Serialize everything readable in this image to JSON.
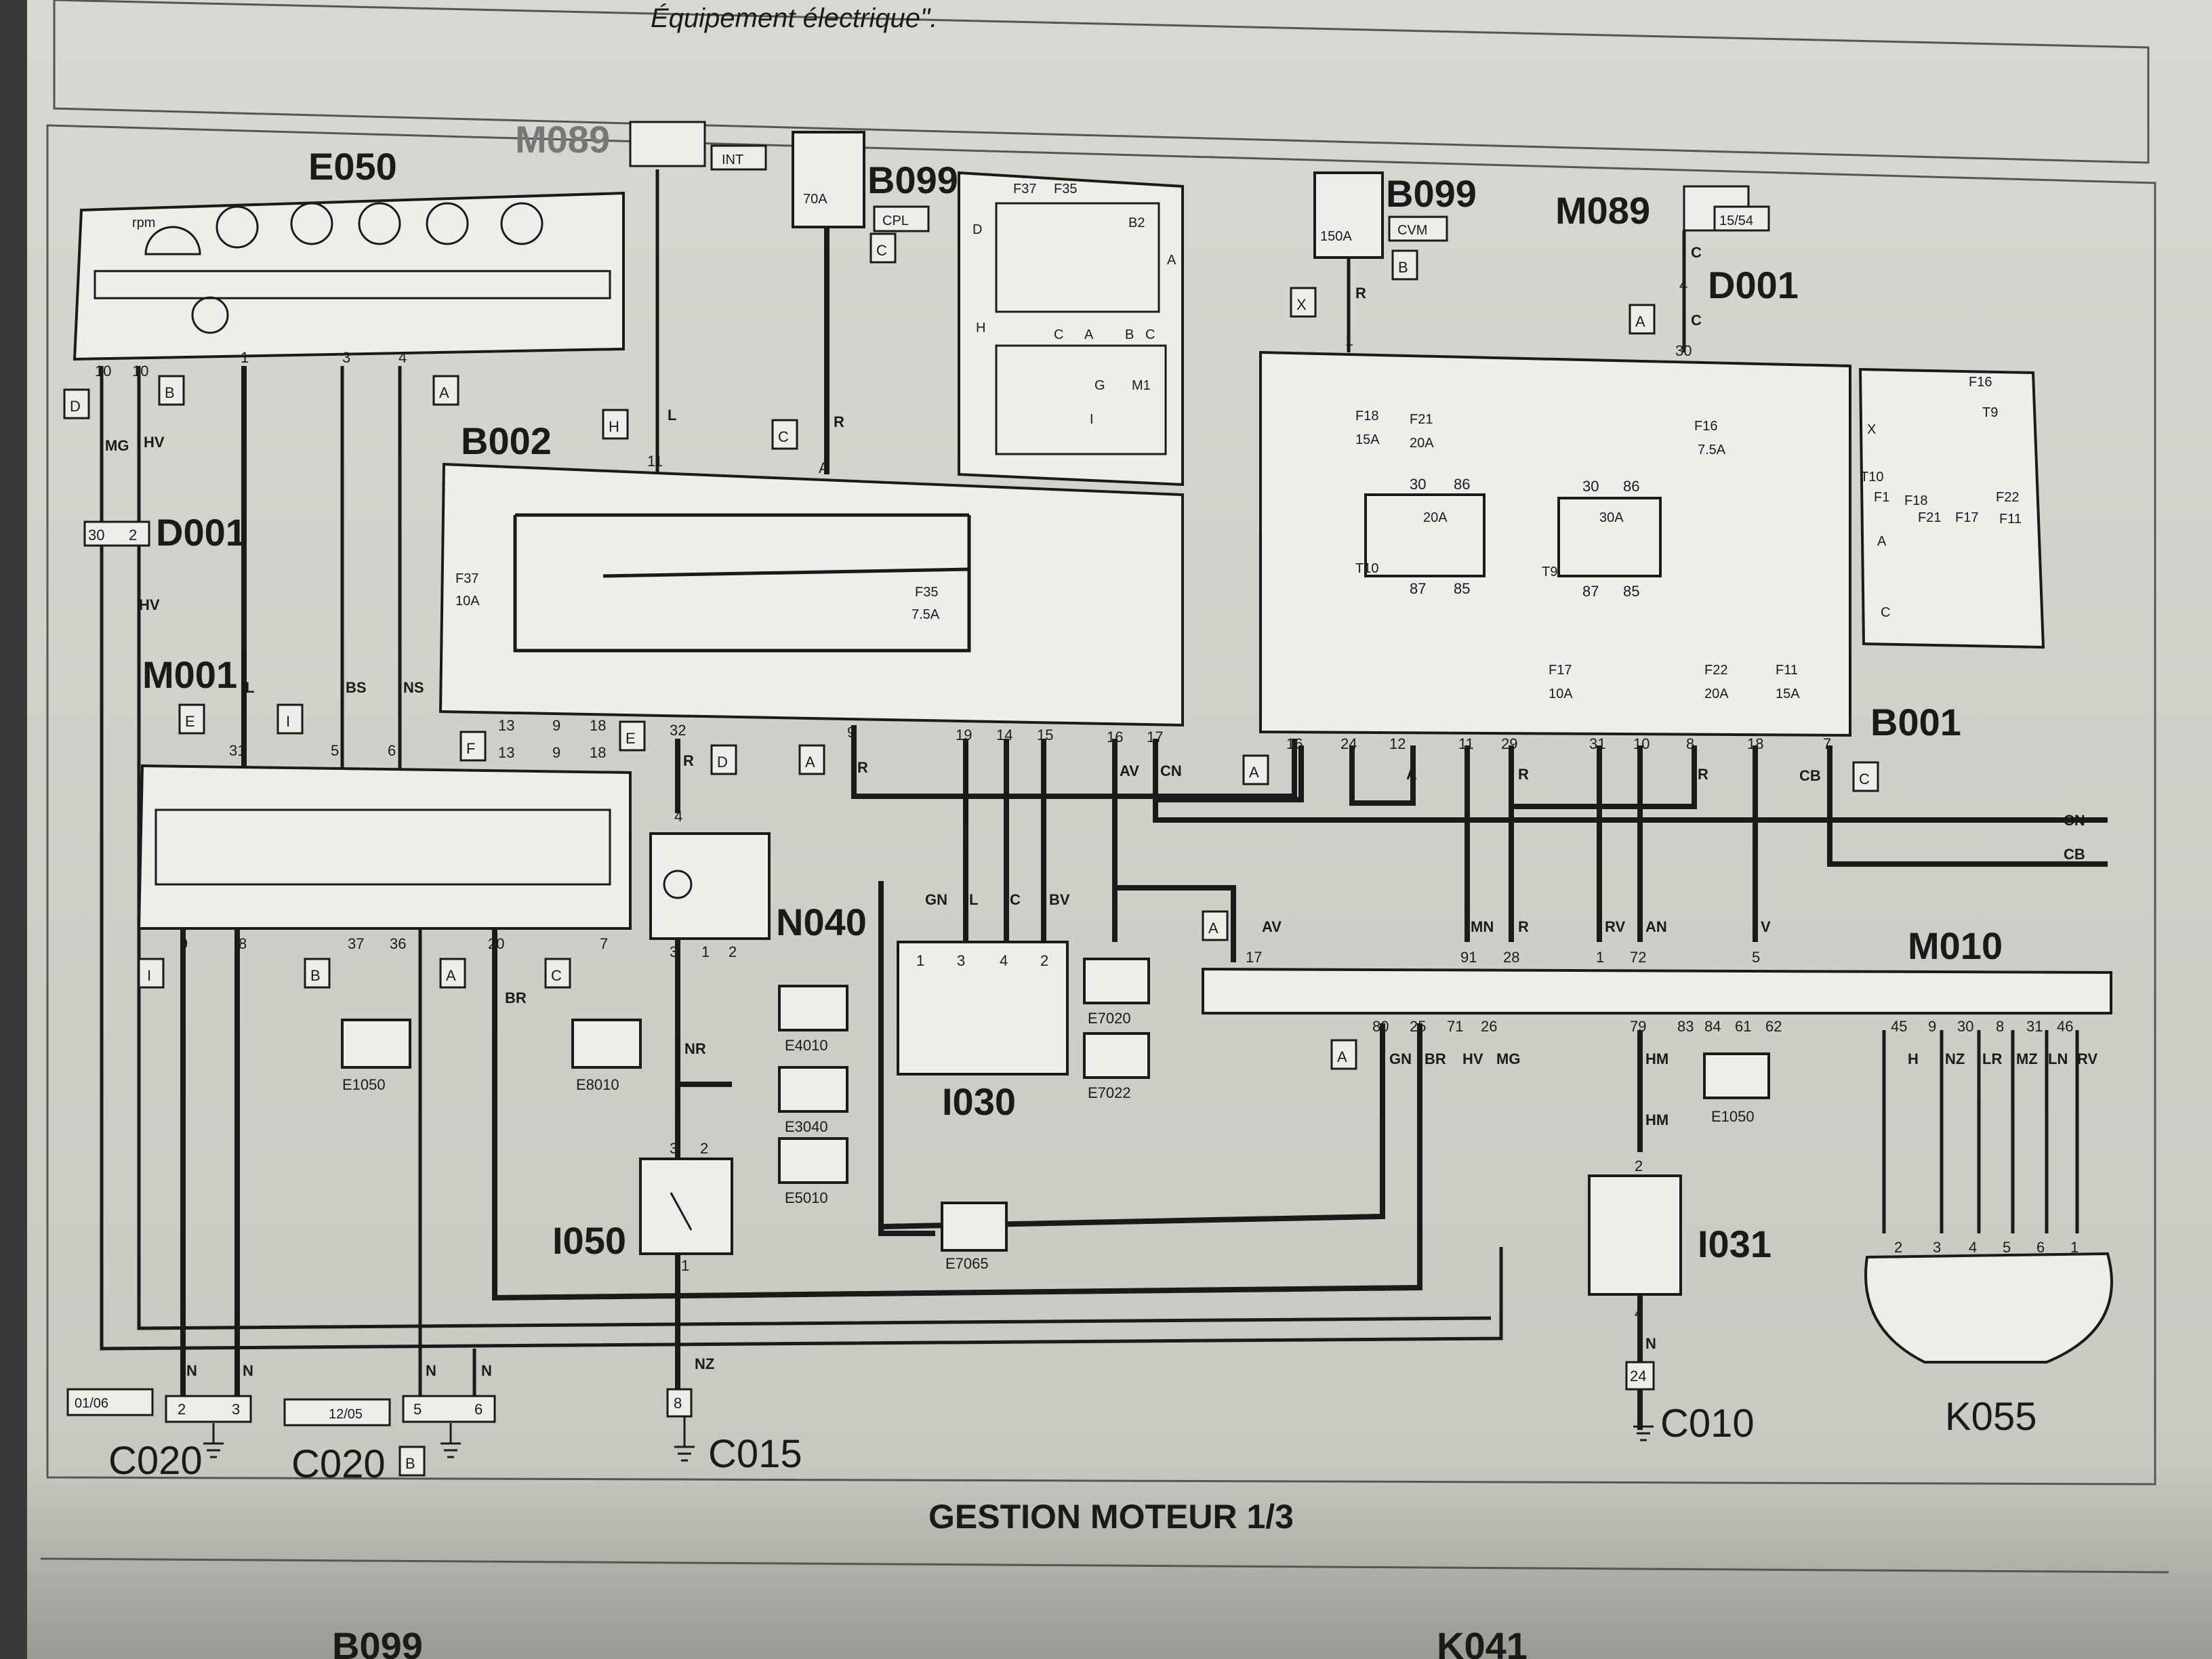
{
  "header_text": "Équipement électrique\".",
  "footer_title": "GESTION MOTEUR 1/3",
  "bottom_cut_labels": [
    "B099",
    "K041"
  ],
  "components": {
    "E050": "E050",
    "M089_top": "M089",
    "B099_left": "B099",
    "B002": "B002",
    "D001_left": "D001",
    "M001": "M001",
    "N040": "N040",
    "I030": "I030",
    "I050": "I050",
    "E1050_left": "E1050",
    "E8010": "E8010",
    "E4010": "E4010",
    "E3040": "E3040",
    "E5010": "E5010",
    "E7020": "E7020",
    "E7022": "E7022",
    "E7065": "E7065",
    "B099_right": "B099",
    "M089_right": "M089",
    "D001_right": "D001",
    "B001": "B001",
    "M010": "M010",
    "E1050_right": "E1050",
    "I031": "I031",
    "K055": "K055",
    "C020_a": "C020",
    "C020_b": "C020",
    "C015": "C015",
    "C010": "C010"
  },
  "tags": {
    "int": "INT",
    "cpl": "CPL",
    "cvm": "CVM",
    "m089": "15/54",
    "fuse70": "70A",
    "fuse150": "150A",
    "c020a": "01/06",
    "c020b": "12/05",
    "rpm": "rpm"
  },
  "fuses": {
    "F37": "F37",
    "F37a": "10A",
    "F35": "F35",
    "F35a": "7.5A",
    "F18": "F18",
    "F18a": "15A",
    "F21": "F21",
    "F21a": "20A",
    "F16": "F16",
    "F16a": "7.5A",
    "F17": "F17",
    "F17a": "10A",
    "F22": "F22",
    "F22a": "20A",
    "F11": "F11",
    "F11a": "15A",
    "relay1": "20A",
    "relay2": "30A",
    "T10": "T10",
    "T9": "T9"
  },
  "letters": [
    "A",
    "B",
    "C",
    "D",
    "E",
    "F",
    "G",
    "H",
    "I",
    "X"
  ],
  "wire_labels": {
    "MG": "MG",
    "HV": "HV",
    "L": "L",
    "R": "R",
    "BS": "BS",
    "NS": "NS",
    "GN": "GN",
    "C": "C",
    "BV": "BV",
    "AV": "AV",
    "CN": "CN",
    "CB": "CB",
    "MN": "MN",
    "RV": "RV",
    "AN": "AN",
    "V": "V",
    "BR": "BR",
    "NR": "NR",
    "N": "N",
    "NZ": "NZ",
    "HM": "HM",
    "H": "H",
    "LR": "LR",
    "MZ": "MZ",
    "LN": "LN"
  },
  "fuse_box_inset": {
    "top": [
      "F37",
      "F35"
    ],
    "B2": "B2",
    "D": "D",
    "A": "A",
    "C": "C",
    "B": "B",
    "H": "H",
    "G": "G",
    "M1": "M1",
    "I": "I"
  },
  "relay_inset": {
    "F16": "F16",
    "T9": "T9",
    "X": "X",
    "T10": "T10",
    "F1": "F1",
    "F18": "F18",
    "F22": "F22",
    "F21": "F21",
    "F17": "F17",
    "F11": "F11",
    "A": "A",
    "C": "C"
  },
  "pins": {
    "e050": [
      "10",
      "10",
      "1",
      "3",
      "4"
    ],
    "d001l": [
      "30",
      "2"
    ],
    "b002_top": [
      "11",
      "A"
    ],
    "b002_bot": [
      "13",
      "9",
      "18",
      "32",
      "9",
      "19",
      "14",
      "15",
      "16",
      "17"
    ],
    "m001_top": [
      "31",
      "5",
      "6",
      "13",
      "9",
      "18"
    ],
    "m001_bot": [
      "9",
      "8",
      "37",
      "36",
      "20",
      "7"
    ],
    "n040": [
      "4",
      "3",
      "1",
      "2"
    ],
    "i030": [
      "1",
      "3",
      "4",
      "2"
    ],
    "i050": [
      "3",
      "2",
      "1"
    ],
    "c015": [
      "8"
    ],
    "c020": [
      "2",
      "3",
      "5",
      "6"
    ],
    "b099r": [
      "1"
    ],
    "d001r": [
      "4",
      "30"
    ],
    "relays": [
      "30",
      "86",
      "87",
      "85",
      "30",
      "86",
      "87",
      "85"
    ],
    "b001_bot": [
      "16",
      "24",
      "12",
      "11",
      "29",
      "31",
      "10",
      "8",
      "18",
      "7"
    ],
    "m010_top": [
      "17",
      "91",
      "28",
      "1",
      "72",
      "5"
    ],
    "m010_bot": [
      "80",
      "25",
      "71",
      "26",
      "79",
      "83",
      "84",
      "61",
      "62",
      "45",
      "9",
      "30",
      "8",
      "31",
      "46"
    ],
    "i031": [
      "2",
      "4"
    ],
    "c010": [
      "24"
    ],
    "k055": [
      "2",
      "3",
      "4",
      "5",
      "6",
      "1"
    ]
  }
}
